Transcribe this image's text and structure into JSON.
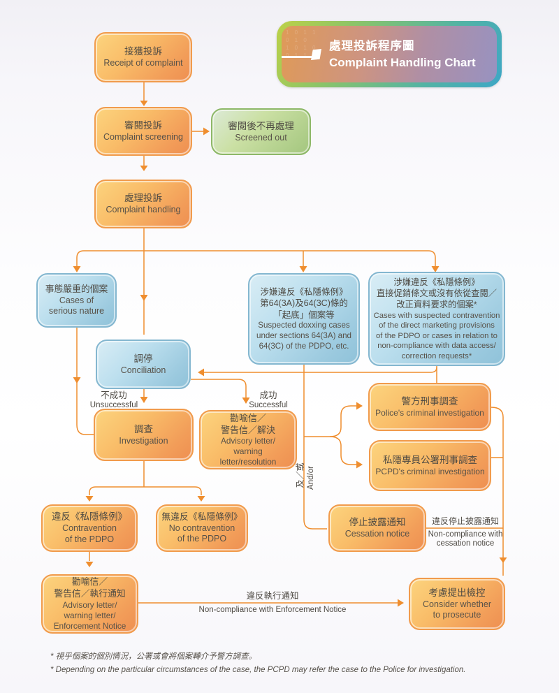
{
  "title": {
    "zh": "處理投訴程序圖",
    "en": "Complaint Handling Chart"
  },
  "boxes": {
    "receipt": {
      "zh": "接獲投訴",
      "en": "Receipt of complaint"
    },
    "screening": {
      "zh": "審閱投訴",
      "en": "Complaint screening"
    },
    "screened_out": {
      "zh": "審閱後不再處理",
      "en": "Screened out"
    },
    "handling": {
      "zh": "處理投訴",
      "en": "Complaint handling"
    },
    "serious": {
      "zh": "事態嚴重的個案",
      "en": "Cases of\nserious nature"
    },
    "doxxing": {
      "zh": "涉嫌違反《私隱條例》\n第64(3A)及64(3C)條的\n「起底」個案等",
      "en": "Suspected doxxing cases\nunder sections 64(3A) and\n64(3C) of the PDPO, etc."
    },
    "direct_marketing": {
      "zh": "涉嫌違反《私隱條例》\n直接促銷條文或沒有依從查閱／\n改正資料要求的個案*",
      "en": "Cases with suspected contravention\nof the direct marketing provisions\nof the PDPO or cases in relation to\nnon-compliance with data access/\ncorrection requests*"
    },
    "conciliation": {
      "zh": "調停",
      "en": "Conciliation"
    },
    "investigation": {
      "zh": "調查",
      "en": "Investigation"
    },
    "advisory_resolution": {
      "zh": "勸喻信／\n警告信／解決",
      "en": "Advisory letter/\nwarning letter/resolution"
    },
    "police": {
      "zh": "警方刑事調查",
      "en": "Police's criminal investigation"
    },
    "pcpd_investigation": {
      "zh": "私隱專員公署刑事調查",
      "en": "PCPD's criminal investigation"
    },
    "contravention": {
      "zh": "違反《私隱條例》",
      "en": "Contravention\nof the PDPO"
    },
    "no_contravention": {
      "zh": "無違反《私隱條例》",
      "en": "No contravention\nof the PDPO"
    },
    "cessation": {
      "zh": "停止披露通知",
      "en": "Cessation notice"
    },
    "advisory_enforcement": {
      "zh": "勸喻信／\n警告信／執行通知",
      "en": "Advisory letter/\nwarning letter/\nEnforcement Notice"
    },
    "prosecute": {
      "zh": "考慮提出檢控",
      "en": "Consider whether\nto prosecute"
    }
  },
  "connector_labels": {
    "unsuccessful": {
      "zh": "不成功",
      "en": "Unsuccessful"
    },
    "successful": {
      "zh": "成功",
      "en": "Successful"
    },
    "and_or": {
      "zh": "及／或",
      "en": "And/or"
    },
    "noncompliance_cessation": {
      "zh": "違反停止披露通知",
      "en": "Non-compliance with\ncessation notice"
    },
    "noncompliance_enforcement": {
      "zh": "違反執行通知",
      "en": "Non-compliance with Enforcement Notice"
    }
  },
  "footnotes": {
    "zh": "* 視乎個案的個別情況，公署或會將個案轉介予警方調查。",
    "en": "* Depending on the particular circumstances of the case, the PCPD may refer the case to the Police for investigation."
  },
  "colors": {
    "line": "#EF8E2F",
    "orange_fill_light": "#FBCE78",
    "orange_fill_dark": "#EF9355",
    "blue_fill_light": "#D2E9F3",
    "blue_fill_dark": "#93C4DB",
    "green_fill_light": "#D6E6AE",
    "green_fill_dark": "#9CC278",
    "banner_left": "#DE9A5C",
    "banner_right": "#9793C1",
    "banner_border_left": "#BDD147",
    "banner_border_right": "#3EA7C6"
  }
}
